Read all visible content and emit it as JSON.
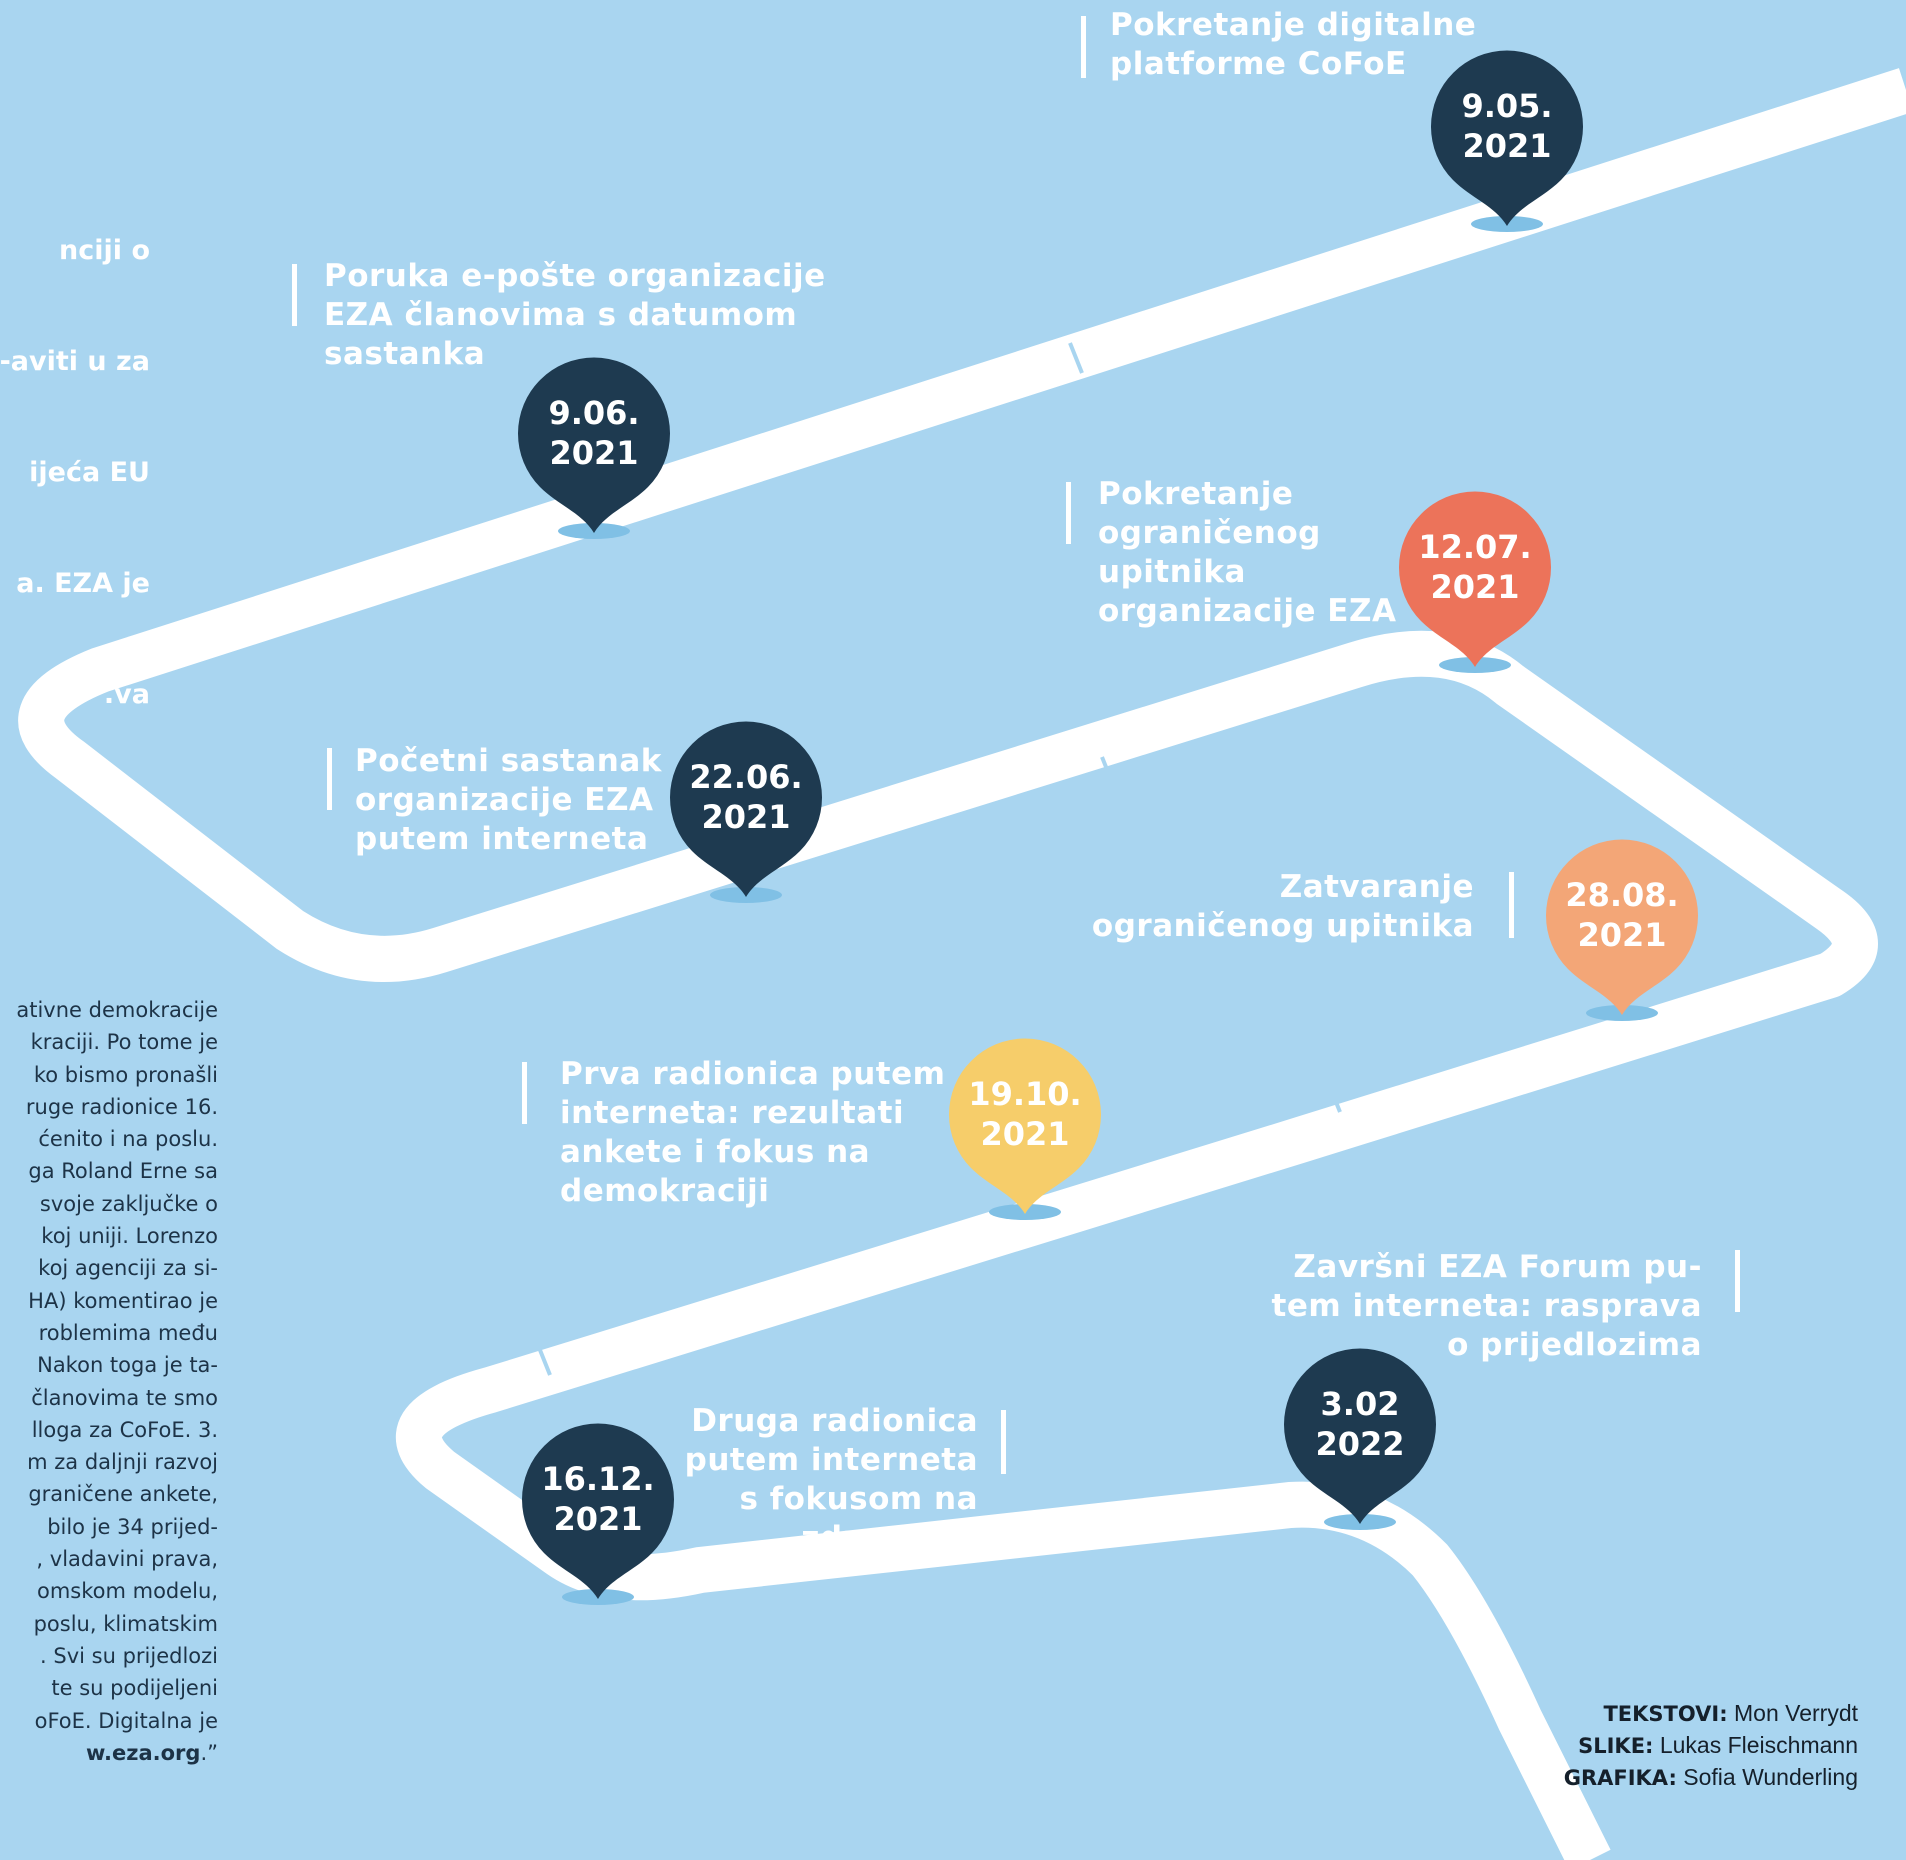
{
  "intro": {
    "lines": [
      "nciji o",
      "aviti u za-",
      "ijeća EU",
      "a. EZA je",
      "va."
    ]
  },
  "article": {
    "lines": [
      "ativne demokracije",
      "kraciji. Po tome je",
      "ko bismo pronašli",
      "ruge radionice 16.",
      "ćenito i na poslu.",
      "ga Roland Erne sa",
      "svoje zaključke o",
      "koj uniji. Lorenzo",
      "koj agenciji za si-",
      "HA) komentirao je",
      "roblemima među",
      "Nakon toga je ta-",
      "članovima te smo",
      "lloga za CoFoE. 3.",
      "m za daljnji razvoj",
      "graničene ankete,",
      "bilo je 34 prijed-",
      ", vladavini prava,",
      "omskom modelu,",
      "poslu, klimatskim",
      ". Svi su prijedlozi",
      "te su podijeljeni",
      "oFoE. Digitalna je"
    ],
    "last_line": {
      "link": "w.eza.org",
      "suffix": ".”"
    }
  },
  "events": [
    {
      "date_line1": "9.05.",
      "date_line2": "2021",
      "title": "Pokretanje digitalne platforme CoFoE",
      "color": "#1e3a50"
    },
    {
      "date_line1": "9.06.",
      "date_line2": "2021",
      "title": "Poruka e-pošte organizacije EZA članovima s datumom sastanka",
      "color": "#1e3a50"
    },
    {
      "date_line1": "12.07.",
      "date_line2": "2021",
      "title": "Pokretanje ograničenog upitnika organizacije EZA",
      "color": "#ec735a"
    },
    {
      "date_line1": "22.06.",
      "date_line2": "2021",
      "title": "Početni sastanak organizacije EZA putem interneta",
      "color": "#1e3a50"
    },
    {
      "date_line1": "28.08.",
      "date_line2": "2021",
      "title": "Zatvaranje ograničenog upitnika",
      "color": "#f3a677"
    },
    {
      "date_line1": "19.10.",
      "date_line2": "2021",
      "title": "Prva radionica putem interneta: rezultati ankete i fokus na demokraciji",
      "color": "#f6cd6a"
    },
    {
      "date_line1": "3.02",
      "date_line2": "2022",
      "title": "Završni EZA Forum putem interneta: rasprava o prijedlozima",
      "color": "#1e3a50"
    },
    {
      "date_line1": "16.12.",
      "date_line2": "2021",
      "title": "Druga radionica putem interneta s fokusom na zdravstvu",
      "color": "#1e3a50"
    }
  ],
  "labels": {
    "e0": [
      "Pokretanje digitalne",
      "platforme CoFoE"
    ],
    "e1": [
      "Poruka e-pošte organizacije",
      "EZA članovima s datumom",
      "sastanka"
    ],
    "e2": [
      "Pokretanje",
      "ograničenog",
      "upitnika",
      "organizacije EZA"
    ],
    "e3": [
      "Početni sastanak",
      "organizacije EZA",
      "putem interneta"
    ],
    "e4": [
      "Zatvaranje",
      "ograničenog upitnika"
    ],
    "e5": [
      "Prva radionica putem",
      "interneta: rezultati",
      "ankete i fokus na",
      "demokraciji"
    ],
    "e6": [
      "Završni EZA Forum pu-",
      "tem interneta: rasprava",
      "o prijedlozima"
    ],
    "e7": [
      "Druga radionica",
      "putem interneta",
      "s fokusom na",
      "zdravstvu"
    ]
  },
  "credits": [
    {
      "label": "TEKSTOVI:",
      "name": "Mon Verrydt"
    },
    {
      "label": "SLIKE:",
      "name": "Lukas Fleischmann"
    },
    {
      "label": "GRAFIKA:",
      "name": "Sofia Wunderling"
    }
  ],
  "colors": {
    "background": "#a9d5f0",
    "road": "#ffffff",
    "dark_pin": "#1e3a50",
    "text_dark": "#1d3347"
  }
}
